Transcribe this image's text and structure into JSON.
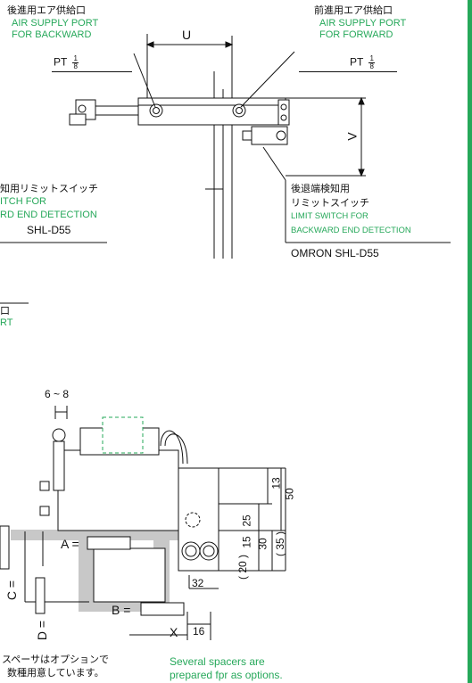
{
  "top": {
    "left_port": {
      "jp": "後進用エア供給口",
      "en1": "AIR SUPPLY PORT",
      "en2": "FOR BACKWARD",
      "pt": "PT",
      "num": "1",
      "den": "8"
    },
    "right_port": {
      "jp": "前進用エア供給口",
      "en1": "AIR SUPPLY PORT",
      "en2": "FOR FORWARD",
      "pt": "PT",
      "num": "1",
      "den": "8"
    },
    "dim_u": "U",
    "dim_v": "V",
    "left_switch": {
      "jp": "知用リミットスイッチ",
      "en1": "ITCH FOR",
      "en2": "RD END DETECTION",
      "model": "SHL-D55"
    },
    "right_switch": {
      "jp1": "後退端検知用",
      "jp2": "リミットスイッチ",
      "en1": "LIMIT SWITCH FOR",
      "en2": "BACKWARD END DETECTION",
      "model": "OMRON SHL-D55"
    },
    "cut_port": {
      "jp": "口",
      "en": "RT"
    }
  },
  "bottom": {
    "dim_6_8": "6 ~ 8",
    "dim_13": "13",
    "dim_50": "50",
    "dim_25": "25",
    "dim_15": "15",
    "dim_30": "30",
    "dim_35": "( 35 )",
    "dim_20": "( 20 )",
    "dim_32": "32",
    "dim_16": "16",
    "label_a": "A =",
    "label_b": "B =",
    "label_c": "C =",
    "label_d": "D =",
    "label_x": "X",
    "note_jp1": "スペーサはオプションで",
    "note_jp2": "数種用意しています。",
    "note_en1": "Several spacers are",
    "note_en2": "prepared fpr as options."
  },
  "colors": {
    "accent_green": "#26a85a",
    "spacer_gray": "#c8c8c8",
    "line": "#111111"
  }
}
